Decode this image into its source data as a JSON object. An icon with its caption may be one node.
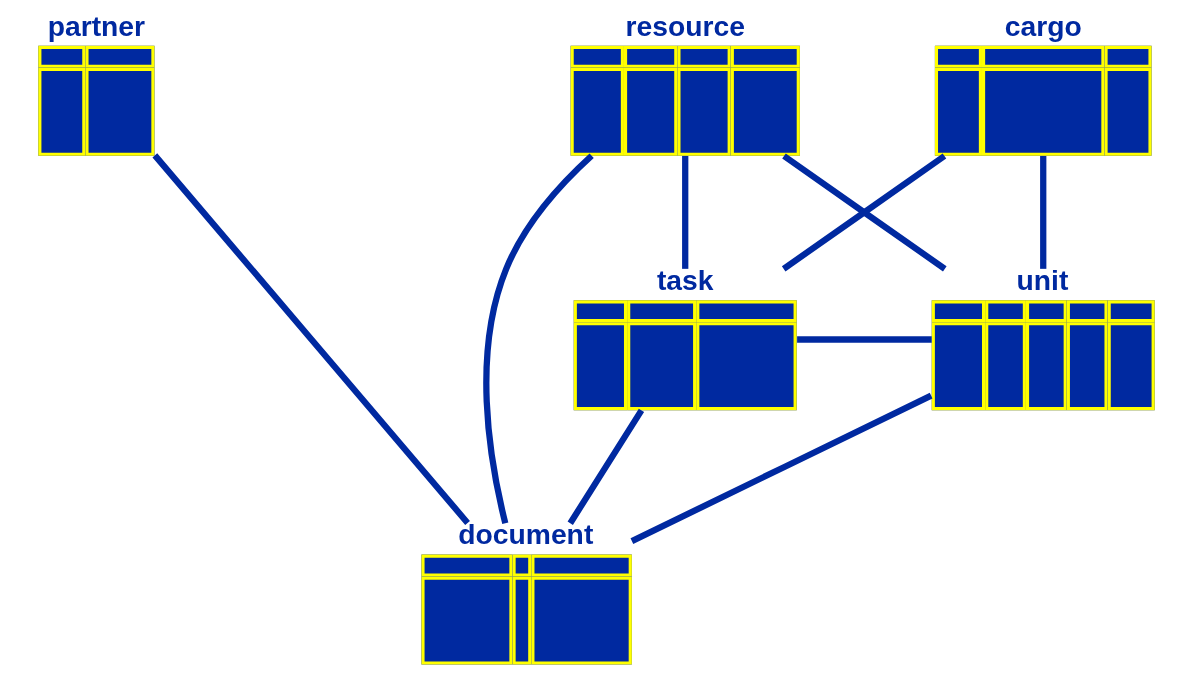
{
  "diagram": {
    "nodes": [
      {
        "text": [
          "resource"
        ]
      },
      {
        "text": [
          "partner"
        ]
      },
      {
        "text": [
          "cargo"
        ]
      },
      {
        "text": [
          "task"
        ]
      },
      {
        "text": [
          "unit"
        ]
      },
      {
        "text": [
          "document"
        ]
      }
    ],
    "edges": [
      {
        "from": 0,
        "to": 4,
        "arrow": "none"
      },
      {
        "from": 0,
        "to": 3,
        "arrow": "none"
      },
      {
        "from": 0,
        "to": 5,
        "arrow": "none"
      },
      {
        "from": 1,
        "to": 5,
        "arrow": "none"
      },
      {
        "from": 2,
        "to": 3,
        "arrow": "none"
      },
      {
        "from": 2,
        "to": 4,
        "arrow": "none"
      },
      {
        "from": 3,
        "to": 4,
        "arrow": "none"
      },
      {
        "from": 3,
        "to": 5,
        "arrow": "none"
      },
      {
        "from": 4,
        "to": 5,
        "arrow": "none"
      }
    ]
  }
}
